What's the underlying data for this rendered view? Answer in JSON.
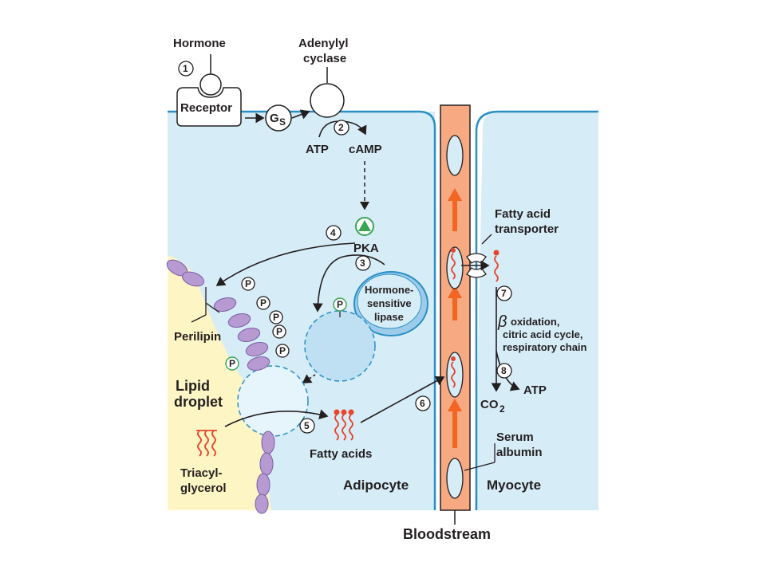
{
  "labels": {
    "hormone": "Hormone",
    "adenylyl_line1": "Adenylyl",
    "adenylyl_line2": "cyclase",
    "receptor": "Receptor",
    "gs": "G",
    "gs_sub": "S",
    "atp_top": "ATP",
    "camp": "cAMP",
    "pka": "PKA",
    "hsl_line1": "Hormone-",
    "hsl_line2": "sensitive",
    "hsl_line3": "lipase",
    "perilipin": "Perilipin",
    "lipid_line1": "Lipid",
    "lipid_line2": "droplet",
    "triacyl_line1": "Triacyl-",
    "triacyl_line2": "glycerol",
    "fatty_acids": "Fatty acids",
    "adipocyte": "Adipocyte",
    "myocyte": "Myocyte",
    "bloodstream": "Bloodstream",
    "fa_transporter_line1": "Fatty acid",
    "fa_transporter_line2": "transporter",
    "beta": "β",
    "oxidation_line1": "oxidation,",
    "oxidation_line2": "citric acid cycle,",
    "oxidation_line3": "respiratory chain",
    "atp_bottom": "ATP",
    "co2": "CO",
    "co2_sub": "2",
    "serum_line1": "Serum",
    "serum_line2": "albumin",
    "phospho": "P"
  },
  "steps": [
    "1",
    "2",
    "3",
    "4",
    "5",
    "6",
    "7",
    "8"
  ],
  "colors": {
    "cytoplasm": "#d6ecf7",
    "membrane": "#2b8fc4",
    "lipid": "#fdf5c4",
    "blood": "#f7a982",
    "blood_arrow": "#f26522",
    "perilipin": "#b79ad1",
    "fatty_acid": "#e8452c",
    "pka": "#3aa655"
  }
}
